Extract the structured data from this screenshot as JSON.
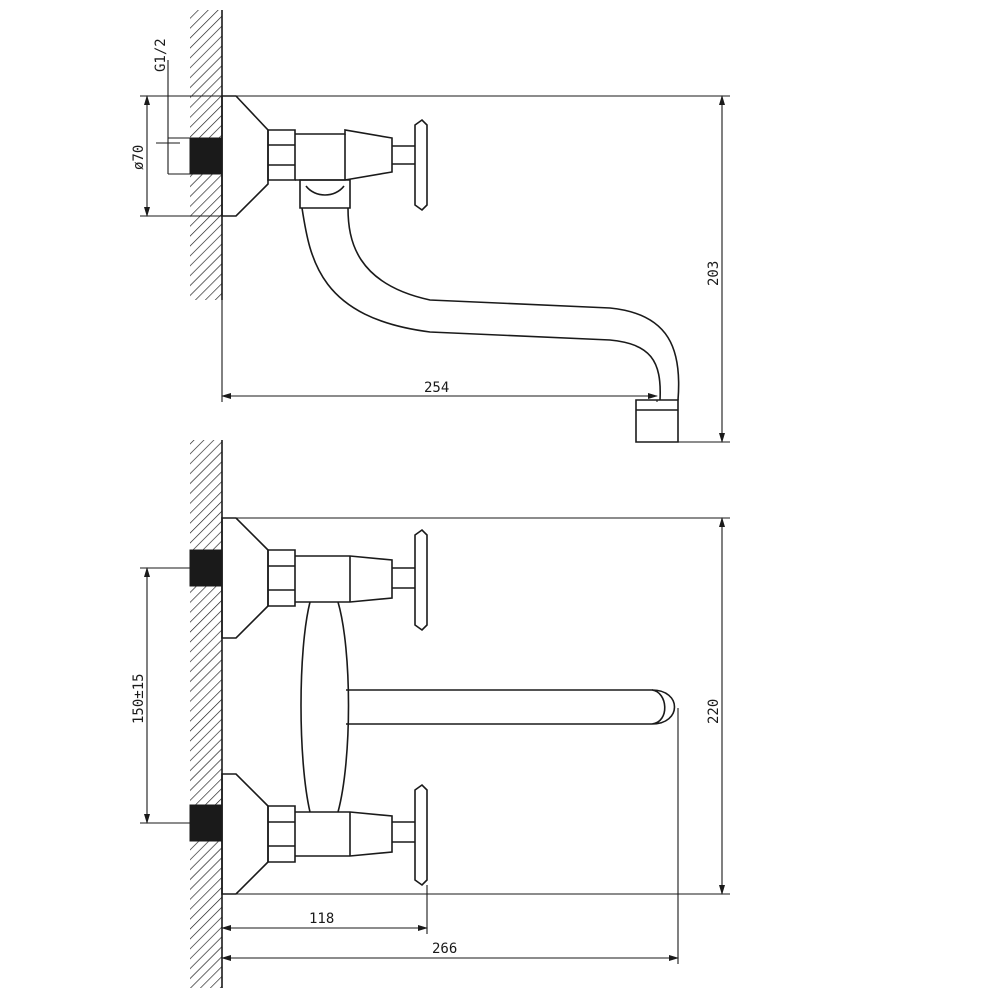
{
  "labels": {
    "thread": "G1/2",
    "flange_diameter": "ø70",
    "top_height": "203",
    "top_reach": "254",
    "centers": "150±15",
    "bottom_height": "220",
    "handle_reach": "118",
    "spout_reach": "266"
  },
  "colors": {
    "line": "#1a1a1a",
    "background": "#ffffff"
  }
}
